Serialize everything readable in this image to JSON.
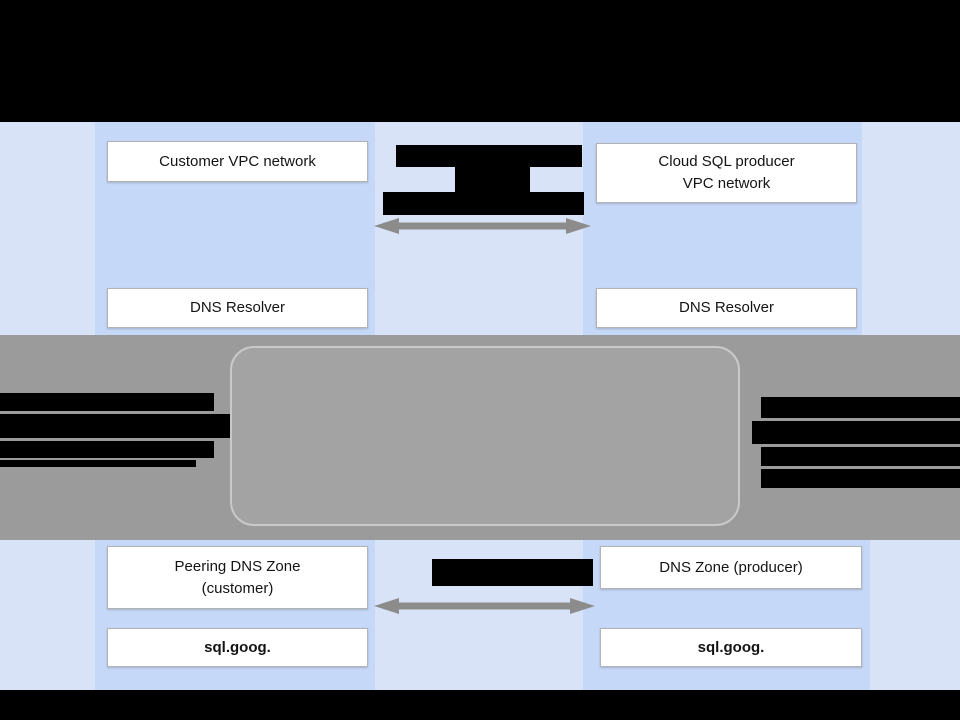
{
  "diagram": {
    "colors": {
      "background": "#000000",
      "band_blue": "#d9e3f8",
      "panel_blue": "#c6d8f8",
      "band_gray": "#9b9b9b",
      "inner_gray": "#a3a3a3",
      "arrow_gray": "#8c8c8c",
      "box_background": "#ffffff",
      "box_border": "#b3b3b3",
      "redaction_black": "#000000"
    },
    "top": {
      "customer_vpc": "Customer VPC network",
      "producer_vpc_line1": "Cloud SQL producer",
      "producer_vpc_line2": "VPC network",
      "dns_resolver_left": "DNS Resolver",
      "dns_resolver_right": "DNS Resolver"
    },
    "bottom": {
      "peering_zone_line1": "Peering DNS Zone",
      "peering_zone_line2": "(customer)",
      "producer_zone": "DNS Zone (producer)",
      "sql_goog_left": "sql.goog.",
      "sql_goog_right": "sql.goog."
    }
  }
}
